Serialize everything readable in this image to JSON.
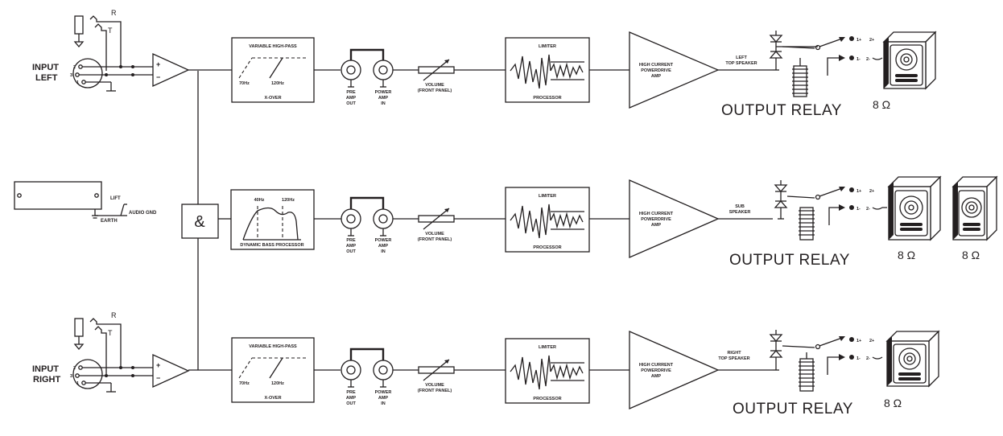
{
  "channels": [
    {
      "input_label_line1": "INPUT",
      "input_label_line2": "LEFT",
      "pin2": "2",
      "pin3": "3",
      "pin1": "1",
      "jack_r": "R",
      "jack_t": "T",
      "filter_title": "VARIABLE HIGH-PASS",
      "filter_f1": "70Hz",
      "filter_f2": "120Hz",
      "filter_sub": "X-OVER",
      "pre_amp": [
        "PRE",
        "AMP",
        "OUT"
      ],
      "power_amp": [
        "POWER",
        "AMP",
        "IN"
      ],
      "volume": [
        "VOLUME",
        "(FRONT PANEL)"
      ],
      "limiter_title": "LIMITER",
      "limiter_sub": "PROCESSOR",
      "amp": [
        "HIGH CURRENT",
        "POWERDRIVE",
        "AMP"
      ],
      "speaker_label": [
        "LEFT",
        "TOP SPEAKER"
      ],
      "relay_label": "OUTPUT RELAY",
      "ohm": [
        "8 Ω"
      ],
      "contacts": [
        "1+",
        "2+",
        "1-",
        "2-"
      ]
    },
    {
      "filter_title": "",
      "filter_f1": "40Hz",
      "filter_f2": "120Hz",
      "filter_sub": "DYNAMIC BASS PROCESSOR",
      "pre_amp": [
        "PRE",
        "AMP",
        "OUT"
      ],
      "power_amp": [
        "POWER",
        "AMP",
        "IN"
      ],
      "volume": [
        "VOLUME",
        "(FRONT PANEL)"
      ],
      "limiter_title": "LIMITER",
      "limiter_sub": "PROCESSOR",
      "amp": [
        "HIGH CURRENT",
        "POWERDRIVE",
        "AMP"
      ],
      "speaker_label": [
        "SUB",
        "SPEAKER"
      ],
      "relay_label": "OUTPUT RELAY",
      "ohm": [
        "8 Ω",
        "8 Ω"
      ],
      "contacts": [
        "1+",
        "2+",
        "1-",
        "2-"
      ]
    },
    {
      "input_label_line1": "INPUT",
      "input_label_line2": "RIGHT",
      "pin2": "2",
      "pin3": "3",
      "pin1": "1",
      "jack_r": "R",
      "jack_t": "T",
      "filter_title": "VARIABLE HIGH-PASS",
      "filter_f1": "70Hz",
      "filter_f2": "120Hz",
      "filter_sub": "X-OVER",
      "pre_amp": [
        "PRE",
        "AMP",
        "OUT"
      ],
      "power_amp": [
        "POWER",
        "AMP",
        "IN"
      ],
      "volume": [
        "VOLUME",
        "(FRONT PANEL)"
      ],
      "limiter_title": "LIMITER",
      "limiter_sub": "PROCESSOR",
      "amp": [
        "HIGH CURRENT",
        "POWERDRIVE",
        "AMP"
      ],
      "speaker_label": [
        "RIGHT",
        "TOP SPEAKER"
      ],
      "relay_label": "OUTPUT RELAY",
      "ohm": [
        "8 Ω"
      ],
      "contacts": [
        "1+",
        "2+",
        "1-",
        "2-"
      ]
    }
  ],
  "summing_symbol": "&",
  "plus_sign": "+",
  "minus_sign": "−",
  "ground": {
    "lift": "LIFT",
    "audio_gnd": "AUDIO GND",
    "earth": "EARTH"
  }
}
